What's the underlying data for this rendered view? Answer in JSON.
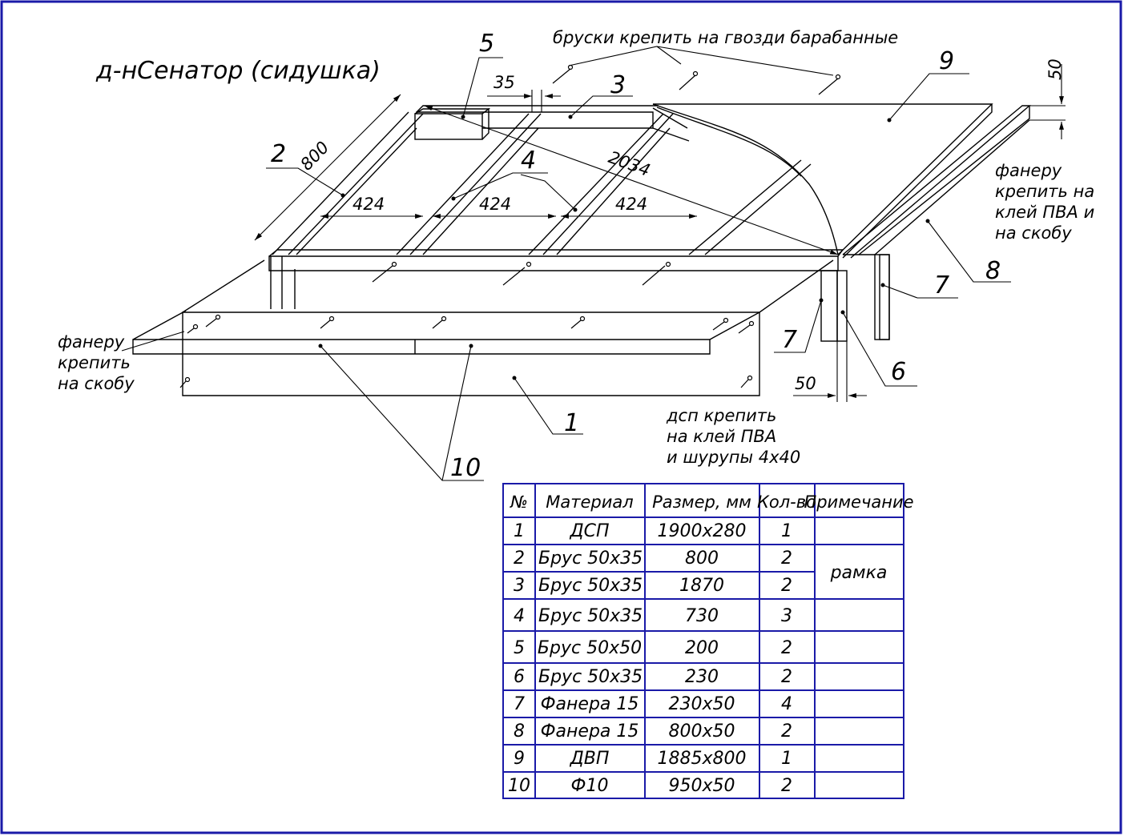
{
  "title": "д-нСенатор (сидушка)",
  "notes": {
    "nails": "бруски крепить на гвозди барабанные",
    "plywood_right": [
      "фанеру",
      "крепить на",
      "клей ПВА и",
      "на скобу"
    ],
    "plywood_left": [
      "фанеру",
      "крепить",
      "на скобу"
    ],
    "dsp": [
      "дсп крепить",
      "на клей ПВА",
      "и шурупы 4х40"
    ]
  },
  "callouts": {
    "c1": "1",
    "c2": "2",
    "c3": "3",
    "c4": "4",
    "c5": "5",
    "c6": "6",
    "c7a": "7",
    "c7b": "7",
    "c8": "8",
    "c9": "9",
    "c10": "10"
  },
  "dimensions": {
    "d35": "35",
    "d50top": "50",
    "d800": "800",
    "d2034": "2034",
    "d424a": "424",
    "d424b": "424",
    "d424c": "424",
    "d50bottom": "50"
  },
  "table": {
    "headers": [
      "№",
      "Материал",
      "Размер, мм",
      "Кол-во",
      "Примечание"
    ],
    "rows": [
      {
        "n": "1",
        "material": "ДСП",
        "size": "1900х280",
        "qty": "1"
      },
      {
        "n": "2",
        "material": "Брус 50х35",
        "size": "800",
        "qty": "2"
      },
      {
        "n": "3",
        "material": "Брус 50х35",
        "size": "1870",
        "qty": "2"
      },
      {
        "n": "4",
        "material": "Брус 50х35",
        "size": "730",
        "qty": "3"
      },
      {
        "n": "5",
        "material": "Брус 50х50",
        "size": "200",
        "qty": "2"
      },
      {
        "n": "6",
        "material": "Брус 50х35",
        "size": "230",
        "qty": "2"
      },
      {
        "n": "7",
        "material": "Фанера 15",
        "size": "230х50",
        "qty": "4"
      },
      {
        "n": "8",
        "material": "Фанера 15",
        "size": "800х50",
        "qty": "2"
      },
      {
        "n": "9",
        "material": "ДВП",
        "size": "1885х800",
        "qty": "1"
      },
      {
        "n": "10",
        "material": "Ф10",
        "size": "950х50",
        "qty": "2"
      }
    ],
    "note_frame": "рамка"
  },
  "colors": {
    "frame": "#1a1aa8",
    "ink": "#000000"
  }
}
